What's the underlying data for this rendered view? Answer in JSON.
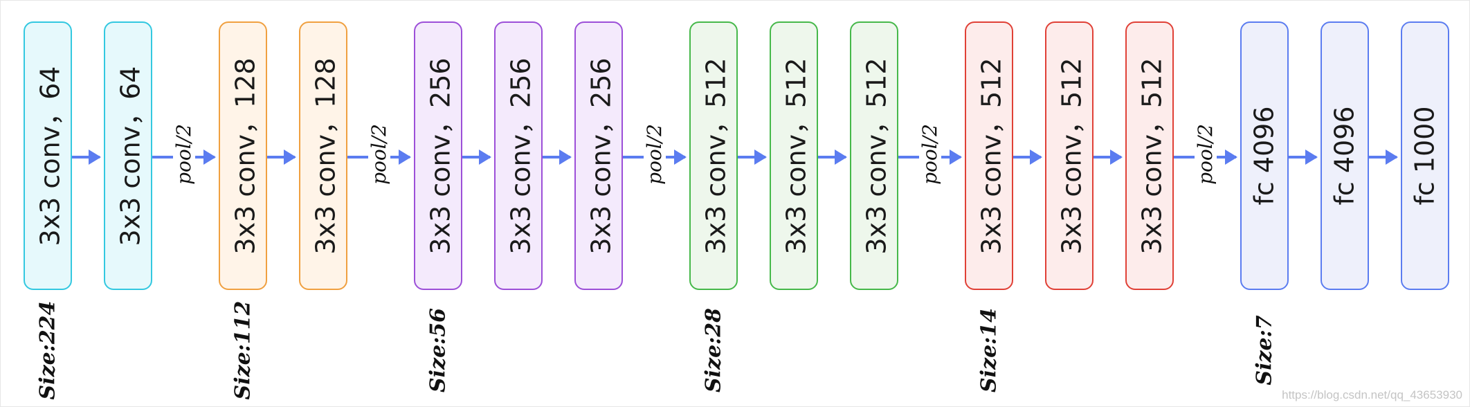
{
  "blocks": [
    {
      "label": "3x3 conv，64",
      "theme": "cyan"
    },
    {
      "label": "3x3 conv，64",
      "theme": "cyan"
    },
    {
      "label": "3x3 conv，128",
      "theme": "orange"
    },
    {
      "label": "3x3 conv，128",
      "theme": "orange"
    },
    {
      "label": "3x3 conv，256",
      "theme": "purple"
    },
    {
      "label": "3x3 conv，256",
      "theme": "purple"
    },
    {
      "label": "3x3 conv，256",
      "theme": "purple"
    },
    {
      "label": "3x3 conv，512",
      "theme": "green"
    },
    {
      "label": "3x3 conv，512",
      "theme": "green"
    },
    {
      "label": "3x3 conv，512",
      "theme": "green"
    },
    {
      "label": "3x3 conv，512",
      "theme": "red"
    },
    {
      "label": "3x3 conv，512",
      "theme": "red"
    },
    {
      "label": "3x3 conv，512",
      "theme": "red"
    },
    {
      "label": "fc 4096",
      "theme": "blue"
    },
    {
      "label": "fc 4096",
      "theme": "blue"
    },
    {
      "label": "fc 1000",
      "theme": "blue"
    }
  ],
  "pool_label": "pool/2",
  "sizes": [
    "Size:224",
    "Size:112",
    "Size:56",
    "Size:28",
    "Size:14",
    "Size:7"
  ],
  "watermark": "https://blog.csdn.net/qq_43653930",
  "colors": {
    "arrow": "#5b7cf0",
    "cyan": "#33c8e0",
    "orange": "#f0a040",
    "purple": "#9c4fd8",
    "green": "#46b84a",
    "red": "#e04036",
    "blue": "#5b7cf0"
  }
}
